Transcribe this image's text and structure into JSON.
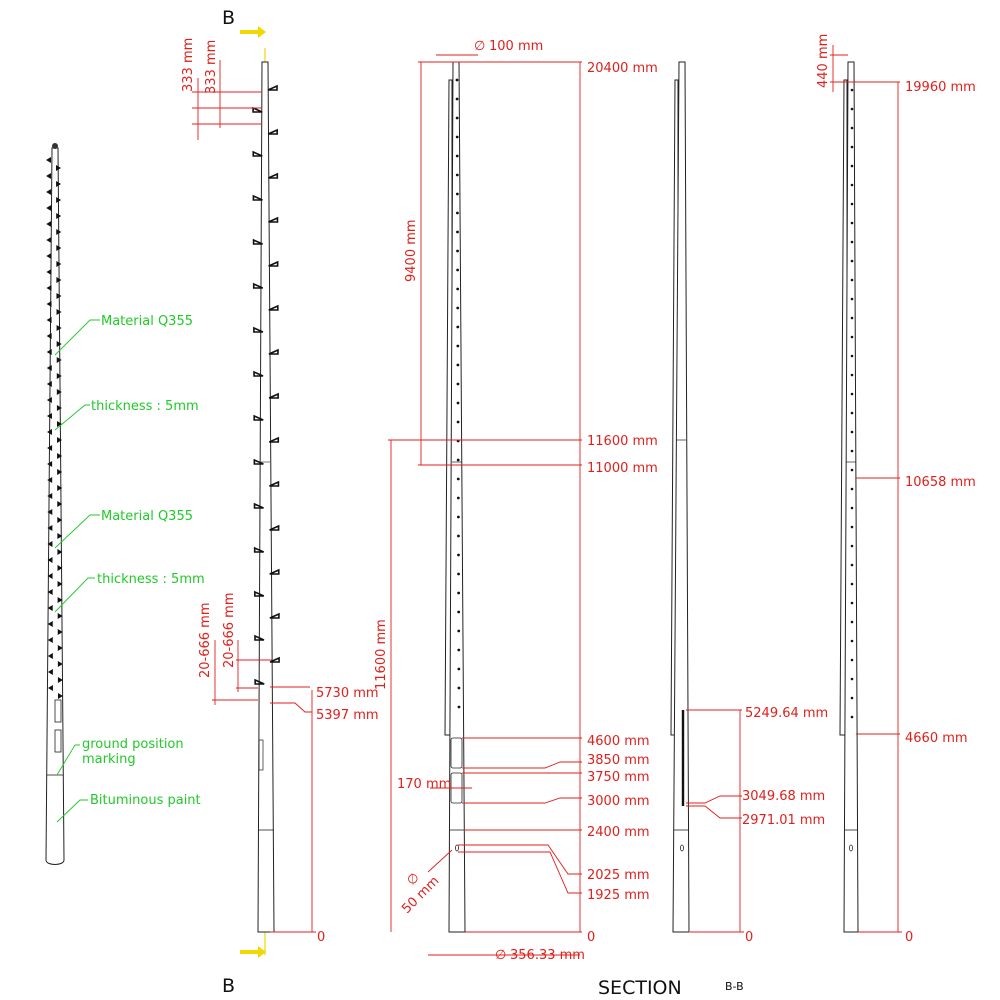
{
  "section_label": {
    "marker_top": "B",
    "marker_bottom": "B",
    "title": "SECTION",
    "suffix": "B-B"
  },
  "notes": {
    "material_1": "Material Q355",
    "thickness_1": "thickness : 5mm",
    "material_2": "Material Q355",
    "thickness_2": "thickness : 5mm",
    "ground_line1": "ground position",
    "ground_line2": "marking",
    "paint": "Bituminous paint"
  },
  "view_b": {
    "step_spacing_1": "333 mm",
    "step_spacing_2": "333 mm",
    "step_range_1": "20-666 mm",
    "step_range_2": "20-666 mm",
    "h_5730": "5730 mm",
    "h_5397": "5397 mm",
    "zero": "0"
  },
  "view_front": {
    "top_dia": "100 mm",
    "h_20400": "20400 mm",
    "len_9400": "9400 mm",
    "h_11600": "11600 mm",
    "h_11000": "11000 mm",
    "len_11600": "11600 mm",
    "h_4600": "4600 mm",
    "h_3850": "3850 mm",
    "h_3750": "3750 mm",
    "w_170": "170 mm",
    "h_3000": "3000 mm",
    "h_2400": "2400 mm",
    "hole_dia": "50 mm",
    "h_2025": "2025 mm",
    "h_1925": "1925 mm",
    "zero": "0",
    "base_dia": "356.33 mm"
  },
  "view_side": {
    "h_5249": "5249.64 mm",
    "h_3049": "3049.68 mm",
    "h_2971": "2971.01 mm",
    "zero": "0"
  },
  "view_right": {
    "len_440": "440 mm",
    "h_19960": "19960 mm",
    "h_10658": "10658 mm",
    "h_4660": "4660 mm",
    "zero": "0"
  },
  "colors": {
    "dimension": "#e0201c",
    "note": "#22c92a",
    "outline": "#222222",
    "section_arrow": "#f0d800"
  }
}
